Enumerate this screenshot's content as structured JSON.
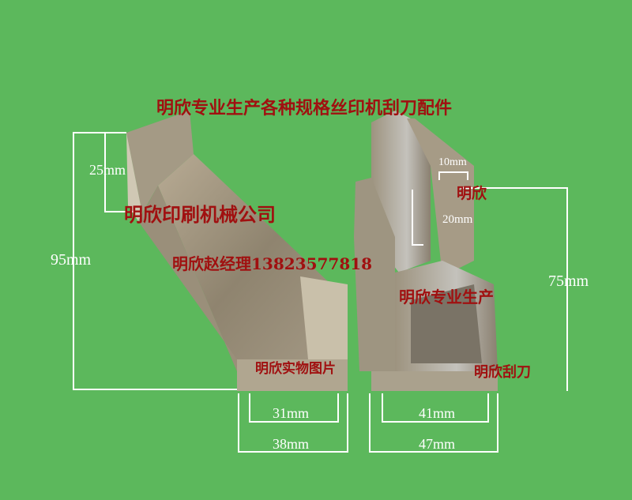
{
  "captions": {
    "headline": "明欣专业生产各种规格丝印机刮刀配件",
    "company": "明欣印刷机械公司",
    "contact": "明欣赵经理13823577818",
    "photo_note": "明欣实物图片",
    "brand_small": "明欣",
    "production": "明欣专业生产",
    "squeegee": "明欣刮刀"
  },
  "dimensions": {
    "left_height_total": "95mm",
    "left_flange": "25mm",
    "left_base_inner": "31mm",
    "left_base_outer": "38mm",
    "right_slot_width": "10mm",
    "right_slot_depth": "20mm",
    "right_height_total": "75mm",
    "right_base_inner": "41mm",
    "right_base_outer": "47mm"
  },
  "colors": {
    "background": "#5cb85c",
    "caption": "#a01010",
    "dimension_lines": "#ffffff"
  }
}
